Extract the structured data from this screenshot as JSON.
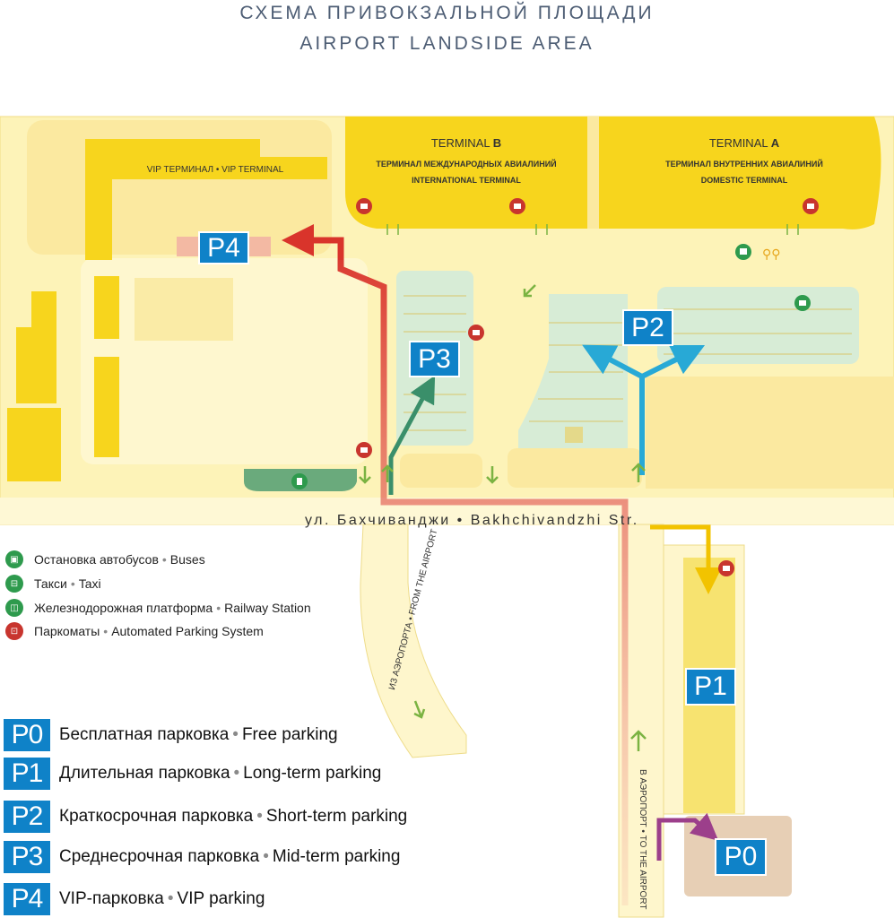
{
  "title_ru": "СХЕМА ПРИВОКЗАЛЬНОЙ ПЛОЩАДИ",
  "title_en": "AIRPORT LANDSIDE AREA",
  "vip_terminal": "VIP ТЕРМИНАЛ • VIP TERMINAL",
  "terminal_b": {
    "title": "TERMINAL",
    "letter": "B",
    "ru": "ТЕРМИНАЛ МЕЖДУНАРОДНЫХ АВИАЛИНИЙ",
    "en": "INTERNATIONAL TERMINAL"
  },
  "terminal_a": {
    "title": "TERMINAL",
    "letter": "A",
    "ru": "ТЕРМИНАЛ ВНУТРЕННИХ АВИАЛИНИЙ",
    "en": "DOMESTIC TERMINAL"
  },
  "street": "ул. Бахчиванджи • Bakhchivandzhi Str.",
  "from_airport": "ИЗ АЭРОПОРТА • FROM THE AIRPORT",
  "to_airport": "В АЭРОПОРТ • TO THE AIRPORT",
  "legend": [
    {
      "ru": "Остановка автобусов",
      "en": "Buses",
      "icon": "bus-icon",
      "glyph": "▣"
    },
    {
      "ru": "Такси",
      "en": "Taxi",
      "icon": "taxi-icon",
      "glyph": "⊟"
    },
    {
      "ru": "Железнодорожная платформа",
      "en": "Railway Station",
      "icon": "train-icon",
      "glyph": "◫"
    },
    {
      "ru": "Паркоматы",
      "en": "Automated Parking System",
      "icon": "parking-meter-icon",
      "glyph": "⊡"
    }
  ],
  "dot": "•",
  "parkings": [
    {
      "code": "P0",
      "ru": "Бесплатная парковка",
      "en": "Free parking"
    },
    {
      "code": "P1",
      "ru": "Длительная парковка",
      "en": "Long-term parking"
    },
    {
      "code": "P2",
      "ru": "Краткосрочная парковка",
      "en": "Short-term parking"
    },
    {
      "code": "P3",
      "ru": "Среднесрочная парковка",
      "en": "Mid-term parking"
    },
    {
      "code": "P4",
      "ru": "VIP-парковка",
      "en": "VIP parking"
    }
  ],
  "colors": {
    "p_blue": "#0f82c8",
    "terminal_yellow": "#f7d51d",
    "ground": "#fdf3b8",
    "route_red": "#d9342b",
    "route_cyan": "#28a9d6",
    "route_green": "#3a8f6a",
    "route_yellow": "#f2c300",
    "route_purple": "#9c3f8b"
  }
}
